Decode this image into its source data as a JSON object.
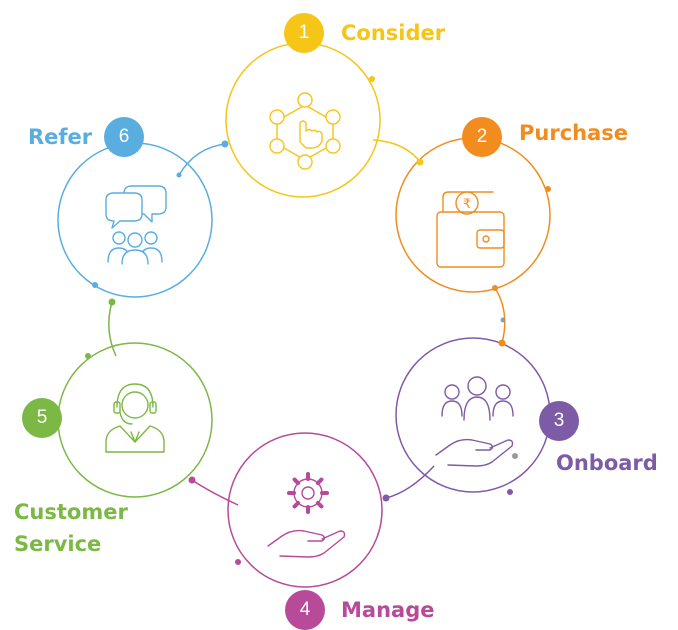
{
  "colors": {
    "consider": "#F5C518",
    "purchase": "#F28C1E",
    "onboard": "#7E5BA6",
    "manage": "#B84A9A",
    "customer_service": "#7CB844",
    "refer": "#5AAEDF"
  },
  "steps": [
    {
      "number": "1",
      "label": "Consider",
      "icon": "hand-network-icon"
    },
    {
      "number": "2",
      "label": "Purchase",
      "icon": "rupee-wallet-icon"
    },
    {
      "number": "3",
      "label": "Onboard",
      "icon": "team-in-hand-icon"
    },
    {
      "number": "4",
      "label": "Manage",
      "icon": "gear-in-hand-icon"
    },
    {
      "number": "5",
      "label": "Customer Service",
      "label_lines": [
        "Customer",
        "Service"
      ],
      "icon": "headset-agent-icon"
    },
    {
      "number": "6",
      "label": "Refer",
      "icon": "chat-people-icon"
    }
  ]
}
